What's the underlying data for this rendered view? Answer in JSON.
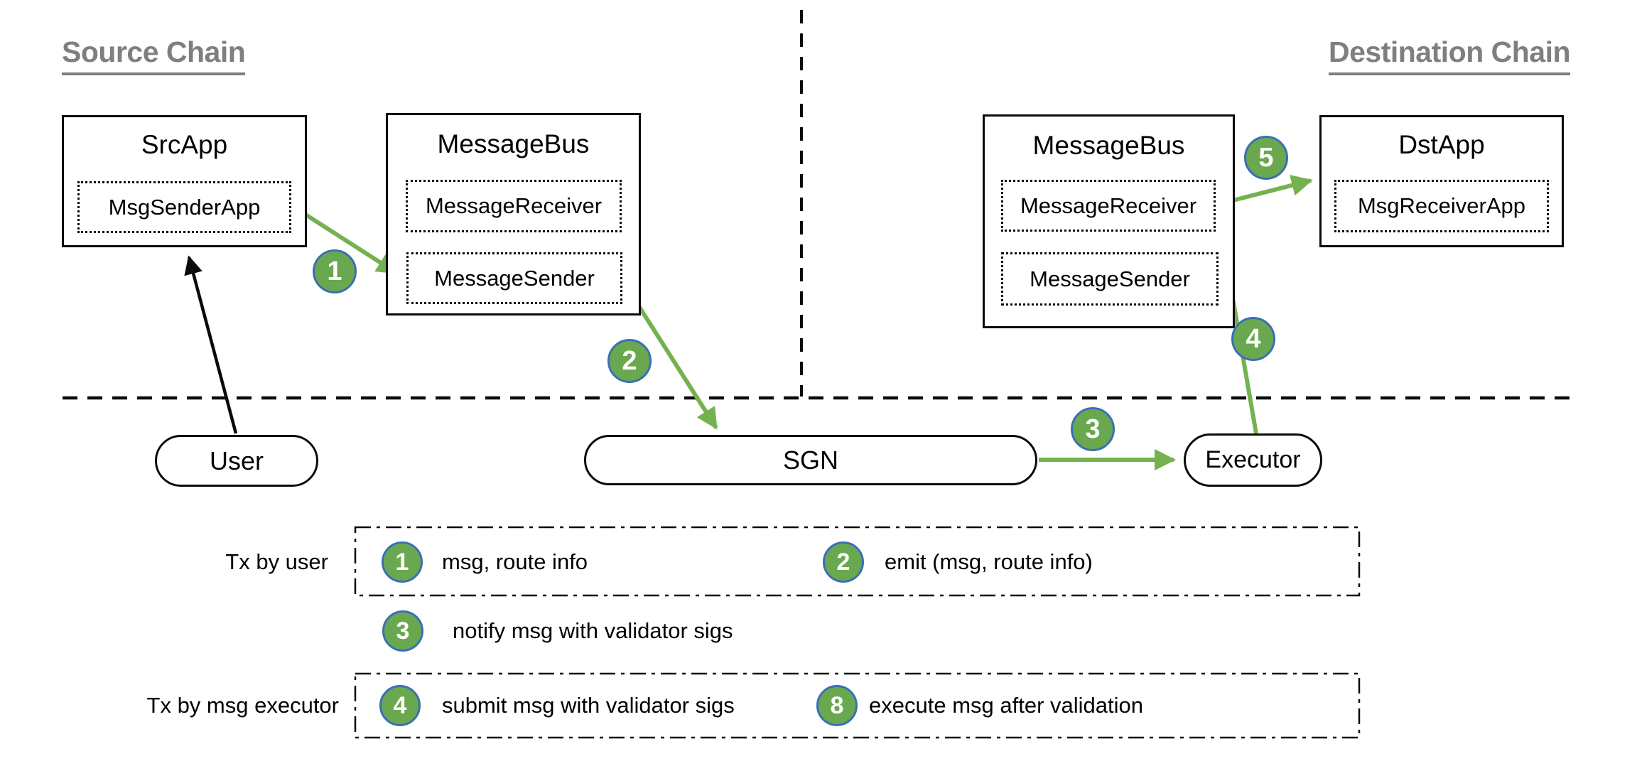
{
  "section_titles": {
    "source": "Source Chain",
    "destination": "Destination Chain"
  },
  "colors": {
    "badge_green": "#6aa84f",
    "badge_border_blue": "#3a6fb7",
    "arrow_green": "#74b24f",
    "title_gray": "#7f7f7f",
    "line_black": "#0b0b0b"
  },
  "nodes": {
    "src_app": {
      "title": "SrcApp",
      "child": "MsgSenderApp"
    },
    "message_bus_src": {
      "title": "MessageBus",
      "children": [
        "MessageReceiver",
        "MessageSender"
      ]
    },
    "message_bus_dst": {
      "title": "MessageBus",
      "children": [
        "MessageReceiver",
        "MessageSender"
      ]
    },
    "dst_app": {
      "title": "DstApp",
      "child": "MsgReceiverApp"
    },
    "user": {
      "label": "User"
    },
    "sgn": {
      "label": "SGN"
    },
    "executor": {
      "label": "Executor"
    }
  },
  "diagram_badges": {
    "b1": "1",
    "b2": "2",
    "b3": "3",
    "b4": "4",
    "b5": "5"
  },
  "legend": {
    "row1_label": "Tx by user",
    "row3_label": "Tx by msg executor",
    "items": [
      {
        "num": "1",
        "text": "msg, route info"
      },
      {
        "num": "2",
        "text": "emit (msg, route info)"
      },
      {
        "num": "3",
        "text": "notify msg with validator sigs"
      },
      {
        "num": "4",
        "text": "submit msg with validator sigs"
      },
      {
        "num": "8",
        "text": "execute msg after validation"
      }
    ]
  }
}
